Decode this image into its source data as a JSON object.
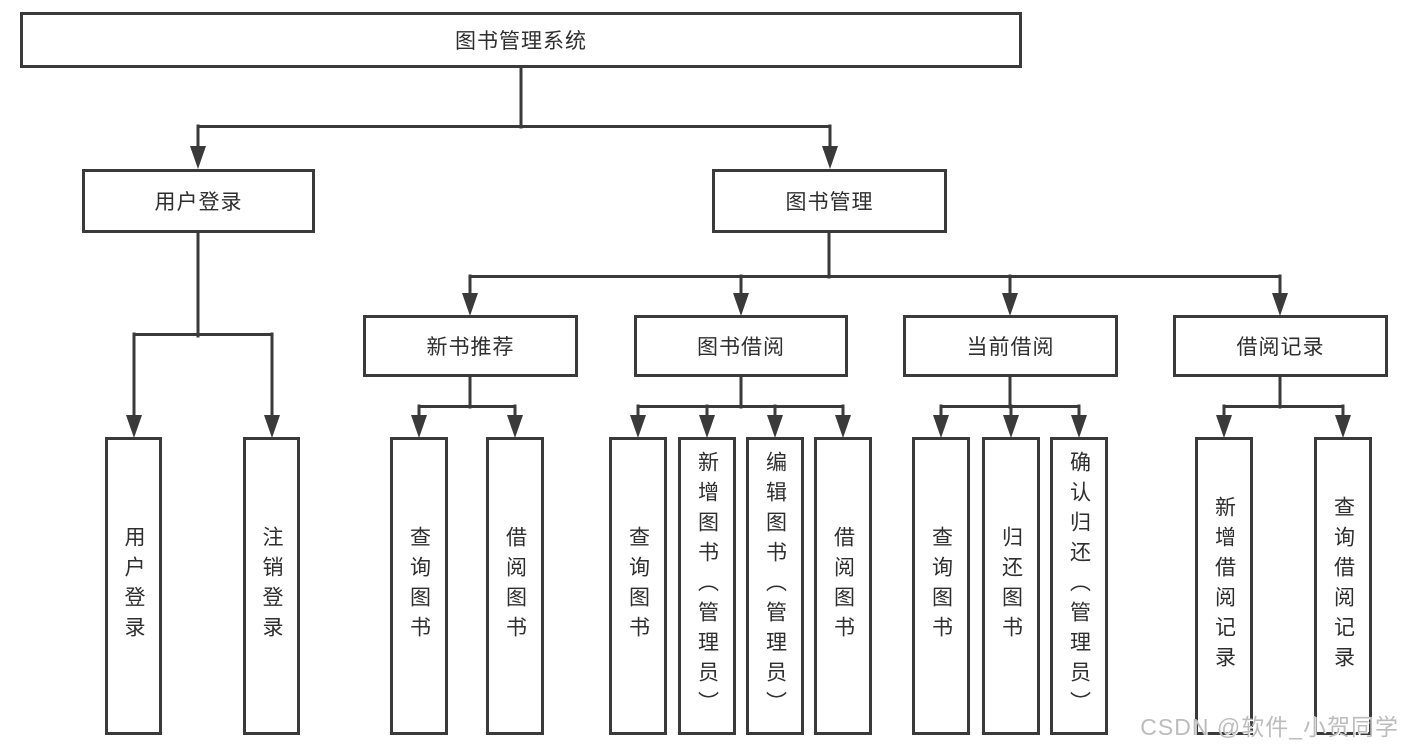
{
  "diagram": {
    "root": {
      "label": "图书管理系统"
    },
    "branches": [
      {
        "label": "用户登录",
        "children": [
          {
            "label": "用户登录"
          },
          {
            "label": "注销登录"
          }
        ]
      },
      {
        "label": "图书管理",
        "children": [
          {
            "label": "新书推荐",
            "children": [
              {
                "label": "查询图书"
              },
              {
                "label": "借阅图书"
              }
            ]
          },
          {
            "label": "图书借阅",
            "children": [
              {
                "label": "查询图书"
              },
              {
                "label": "新增图书（管理员）"
              },
              {
                "label": "编辑图书（管理员）"
              },
              {
                "label": "借阅图书"
              }
            ]
          },
          {
            "label": "当前借阅",
            "children": [
              {
                "label": "查询图书"
              },
              {
                "label": "归还图书"
              },
              {
                "label": "确认归还（管理员）"
              }
            ]
          },
          {
            "label": "借阅记录",
            "children": [
              {
                "label": "新增借阅记录"
              },
              {
                "label": "查询借阅记录"
              }
            ]
          }
        ]
      }
    ]
  },
  "watermark": {
    "text": "CSDN @软件_小贺同学"
  },
  "colors": {
    "line": "#3a3a3a",
    "text": "#2e2e2e",
    "watermark": "#bcbcbc",
    "background": "#ffffff"
  }
}
